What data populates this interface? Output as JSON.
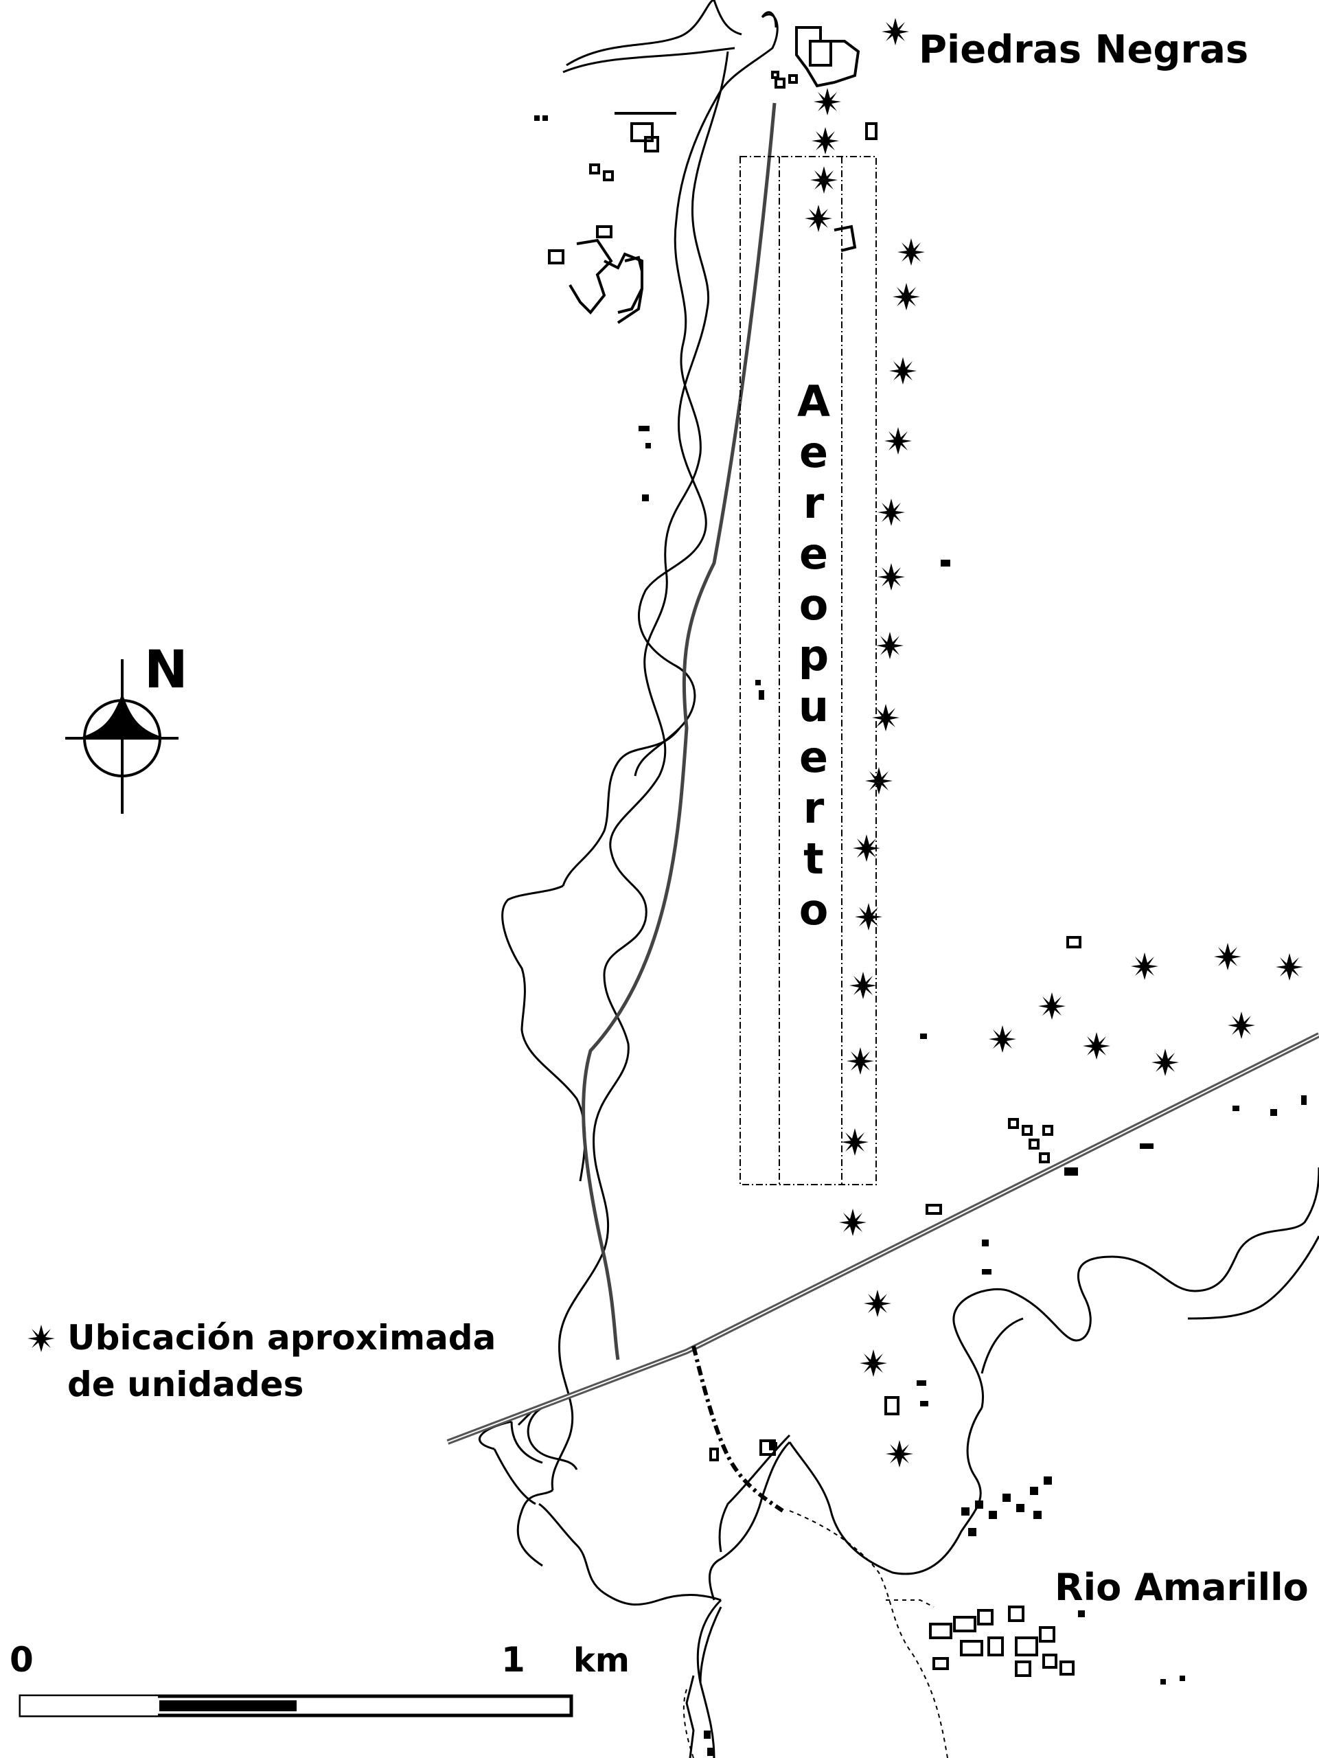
{
  "labels": {
    "site_north": "Piedras Negras",
    "site_south": "Rio Amarillo",
    "airport": "Aereopuerto",
    "north": "N"
  },
  "legend": {
    "line1": "Ubicación aproximada",
    "line2": "de unidades",
    "symbol": "asterisk-star-icon"
  },
  "scale": {
    "start": "0",
    "end": "1",
    "unit": "km"
  },
  "icons": {
    "compass": "north-arrow-icon",
    "unit_marker": "asterisk-star-icon"
  },
  "colors": {
    "ink": "#000000",
    "road": "#444444",
    "paper": "#ffffff"
  }
}
